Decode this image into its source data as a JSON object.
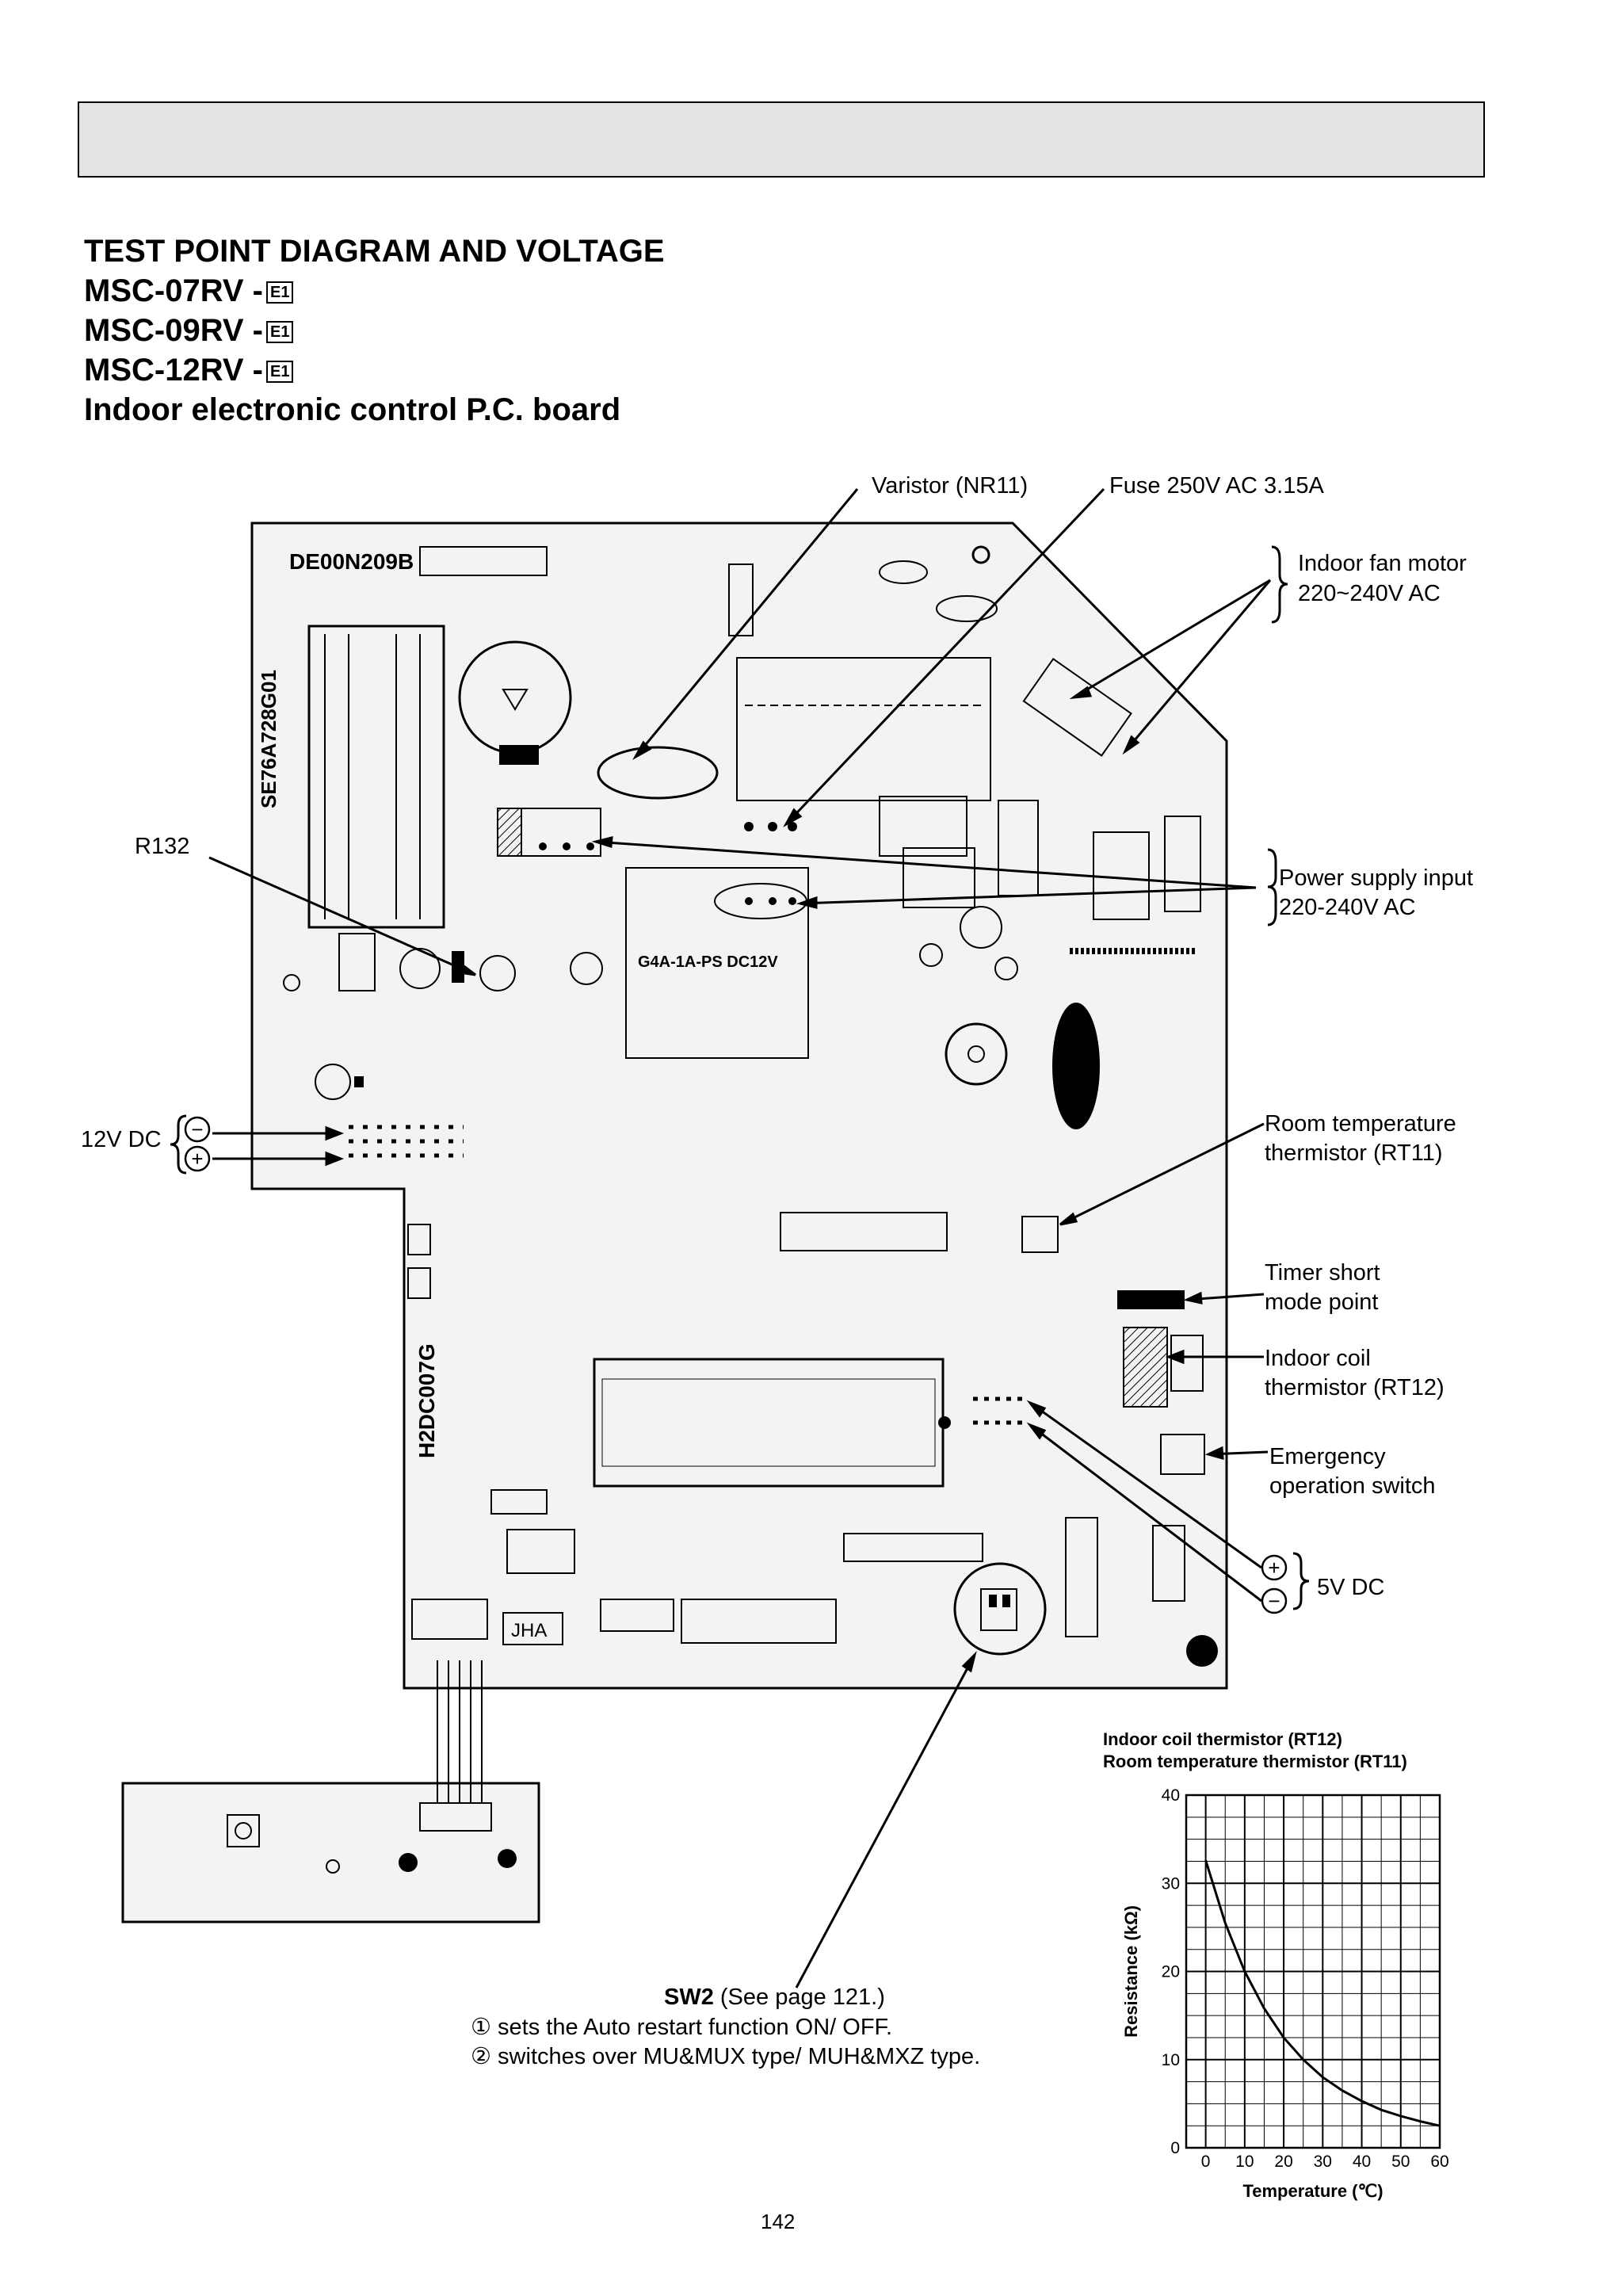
{
  "header": {
    "title": "TEST POINT DIAGRAM AND VOLTAGE",
    "models": [
      {
        "name": "MSC-07RV -",
        "badge": "E1"
      },
      {
        "name": "MSC-09RV -",
        "badge": "E1"
      },
      {
        "name": "MSC-12RV -",
        "badge": "E1"
      }
    ],
    "subtitle": "Indoor electronic control P.C. board"
  },
  "board_markings": {
    "code": "DE00N209B",
    "side_code": "SE76A728G01",
    "lower_code": "H2DC007G",
    "relay": "G4A-1A-PS DC12V",
    "jha": "JHA"
  },
  "callouts": {
    "varistor": "Varistor (NR11)",
    "fuse": "Fuse 250V AC 3.15A",
    "fan_motor": [
      "Indoor fan motor",
      "220~240V AC"
    ],
    "r132": "R132",
    "power_supply": [
      "Power supply input",
      "220-240V AC"
    ],
    "dc12": "12V DC",
    "room_temp": [
      "Room temperature",
      "thermistor   (RT11)"
    ],
    "timer_short": [
      "Timer short",
      "mode point"
    ],
    "indoor_coil": [
      "Indoor coil",
      "thermistor (RT12)"
    ],
    "emergency": [
      "Emergency",
      "operation switch"
    ],
    "dc5": "5V DC",
    "plus_symbol": "+",
    "minus_symbol": "−"
  },
  "sw2_note": {
    "title": "SW2",
    "ref": " (See page 121.)",
    "line1": "① sets the Auto restart function ON/ OFF.",
    "line2": "② switches over MU&MUX type/ MUH&MXZ type."
  },
  "chart_data": {
    "type": "line",
    "title": "Indoor coil thermistor (RT12)",
    "subtitle": "Room temperature thermistor (RT11)",
    "xlabel": "Temperature  (℃)",
    "ylabel": "Resistance  (kΩ)",
    "xlim": [
      -5,
      60
    ],
    "ylim": [
      0,
      40
    ],
    "xticks": [
      0,
      10,
      20,
      30,
      40,
      50,
      60
    ],
    "yticks": [
      0,
      10,
      20,
      30,
      40
    ],
    "grid": true,
    "series": [
      {
        "x": [
          0,
          5,
          10,
          15,
          20,
          25,
          30,
          35,
          40,
          45,
          50,
          55,
          60
        ],
        "y": [
          32.6,
          25.5,
          20.0,
          15.8,
          12.5,
          10.0,
          8.0,
          6.5,
          5.3,
          4.3,
          3.6,
          3.0,
          2.5
        ]
      }
    ]
  },
  "page_number": "142"
}
